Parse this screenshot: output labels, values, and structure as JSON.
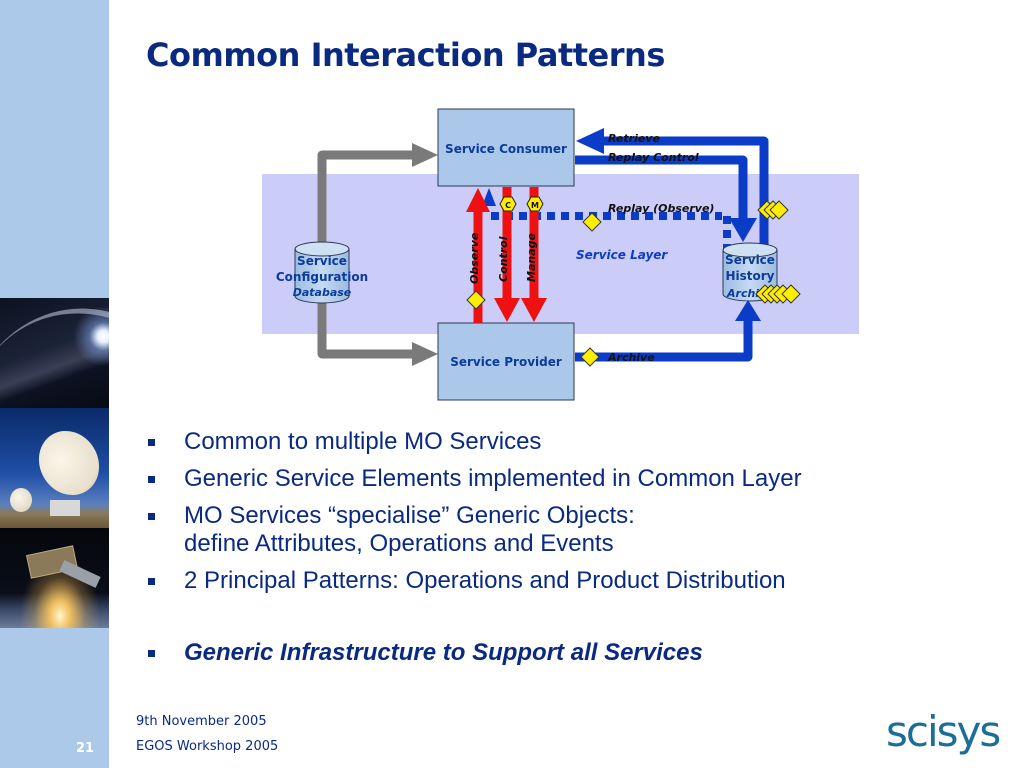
{
  "slide": {
    "title": "Common Interaction Patterns",
    "page_number": "21",
    "footer_date": "9th November 2005",
    "footer_event": "EGOS Workshop 2005",
    "logo_text": "scisys",
    "colors": {
      "title": "#0a2a82",
      "side_strip": "#adc9ea",
      "service_layer_band": "#ccccf9",
      "box_fill": "#abc7ea",
      "blue_arrow": "#0b3cc8",
      "red_arrow": "#ee1111",
      "grey_arrow": "#7a7a7a",
      "marker_yellow": "#ffee00",
      "logo": "#1b6e96"
    }
  },
  "diagram": {
    "service_consumer": "Service Consumer",
    "service_provider": "Service Provider",
    "service_layer": "Service Layer",
    "config_db": {
      "line1": "Service",
      "line2": "Configuration",
      "line3": "Database"
    },
    "history_db": {
      "line1": "Service",
      "line2": "History",
      "line3": "Archive"
    },
    "arrows": {
      "retrieve": "Retrieve",
      "replay_control": "Replay Control",
      "replay_observe": "Replay (Observe)",
      "archive": "Archive",
      "observe": "Observe",
      "control": "Control",
      "manage": "Manage"
    },
    "hex_markers": {
      "control": "C",
      "manage": "M"
    }
  },
  "bullets": [
    {
      "text": "Common to multiple MO Services"
    },
    {
      "text": "Generic Service Elements implemented in Common Layer"
    },
    {
      "text": "MO Services “specialise” Generic Objects:",
      "text2": "define Attributes, Operations and Events"
    },
    {
      "text": "2 Principal Patterns:  Operations and Product Distribution"
    },
    {
      "text": "Generic Infrastructure to Support all Services",
      "emphasis": true
    }
  ]
}
